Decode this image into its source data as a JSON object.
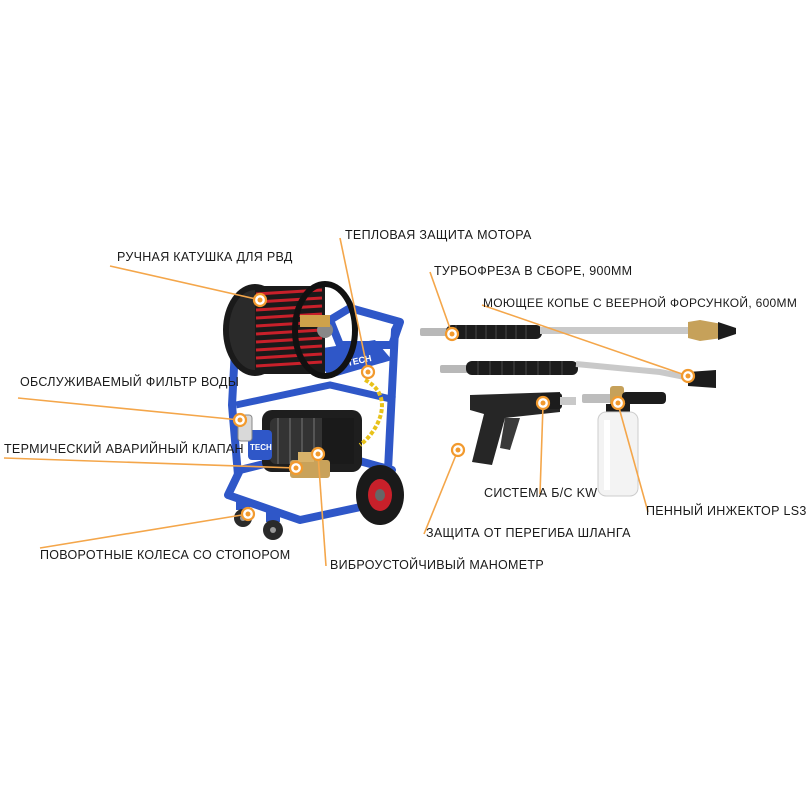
{
  "labels": {
    "hose_reel": "РУЧНАЯ КАТУШКА ДЛЯ РВД",
    "motor_protection": "ТЕПЛОВАЯ ЗАЩИТА МОТОРА",
    "turbo_cutter": "ТУРБОФРЕЗА В СБОРЕ, 900ММ",
    "wash_lance": "МОЮЩЕЕ КОПЬЕ С ВЕЕРНОЙ ФОРСУНКОЙ, 600ММ",
    "water_filter": "ОБСЛУЖИВАЕМЫЙ ФИЛЬТР ВОДЫ",
    "thermal_valve": "ТЕРМИЧЕСКИЙ АВАРИЙНЫЙ КЛАПАН",
    "quick_coupling": "СИСТЕМА Б/С KW",
    "foam_injector": "ПЕННЫЙ ИНЖЕКТОР LS3",
    "kink_protection": "ЗАЩИТА ОТ ПЕРЕГИБА ШЛАНГА",
    "swivel_wheels": "ПОВОРОТНЫЕ КОЛЕСА СО СТОПОРОМ",
    "pressure_gauge": "ВИБРОУСТОЙЧИВЫЙ МАНОМЕТР"
  },
  "machine_brand": "TECH",
  "colors": {
    "frame": "#2f57c8",
    "reel": "#222222",
    "hose": "#c8202a",
    "accent": "#f29a2e",
    "leader": "#f4a64a"
  }
}
